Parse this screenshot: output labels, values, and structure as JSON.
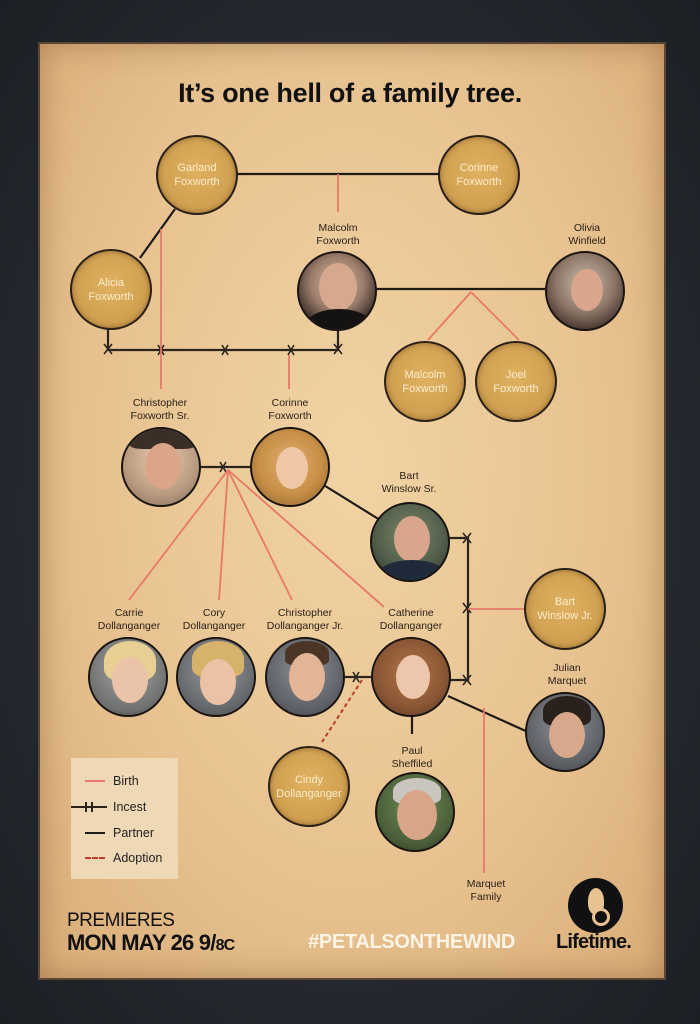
{
  "poster": {
    "title": "It’s one hell of a family tree.",
    "premieres_label": "PREMIERES",
    "date_main": "MON  MAY 26  9/",
    "date_tz": "8C",
    "hashtag": "#PETALSONTHEWIND",
    "network": "Lifetime."
  },
  "colors": {
    "paper": "#e8c391",
    "background": "#2a2f35",
    "birth_line": "#e8786a",
    "partner_line": "#1e1a16",
    "incest_wire": "#2b241d",
    "adoption_line": "#b8402c",
    "empty_node": "#d4a455",
    "node_text": "#fbeccd"
  },
  "legend": {
    "items": [
      {
        "key": "birth",
        "label": "Birth"
      },
      {
        "key": "incest",
        "label": "Incest"
      },
      {
        "key": "partner",
        "label": "Partner"
      },
      {
        "key": "adoption",
        "label": "Adoption"
      }
    ]
  },
  "people": {
    "garland": {
      "name": "Garland\nFoxworth",
      "photo": false
    },
    "corinne_sr": {
      "name": "Corinne\nFoxworth",
      "photo": false
    },
    "alicia": {
      "name": "Alicia\nFoxworth",
      "photo": false
    },
    "malcolm": {
      "name": "Malcolm\nFoxworth",
      "photo": true
    },
    "olivia": {
      "name": "Olivia\nWinfield",
      "photo": true
    },
    "malcolm_jr": {
      "name": "Malcolm\nFoxworth",
      "photo": false
    },
    "joel": {
      "name": "Joel\nFoxworth",
      "photo": false
    },
    "christopher_sr": {
      "name": "Christopher\nFoxworth Sr.",
      "photo": true
    },
    "corinne": {
      "name": "Corinne\nFoxworth",
      "photo": true
    },
    "bart_sr": {
      "name": "Bart\nWinslow Sr.",
      "photo": true
    },
    "bart_jr": {
      "name": "Bart\nWinslow Jr.",
      "photo": false
    },
    "carrie": {
      "name": "Carrie\nDollanganger",
      "photo": true
    },
    "cory": {
      "name": "Cory\nDollanganger",
      "photo": true
    },
    "christopher_jr": {
      "name": "Christopher\nDollanganger Jr.",
      "photo": true
    },
    "catherine": {
      "name": "Catherine\nDollanganger",
      "photo": true
    },
    "julian": {
      "name": "Julian\nMarquet",
      "photo": true
    },
    "cindy": {
      "name": "Cindy\nDollanganger",
      "photo": false
    },
    "paul": {
      "name": "Paul\nSheffiled",
      "photo": true
    },
    "marquet_family": {
      "name": "Marquet\nFamily"
    }
  }
}
